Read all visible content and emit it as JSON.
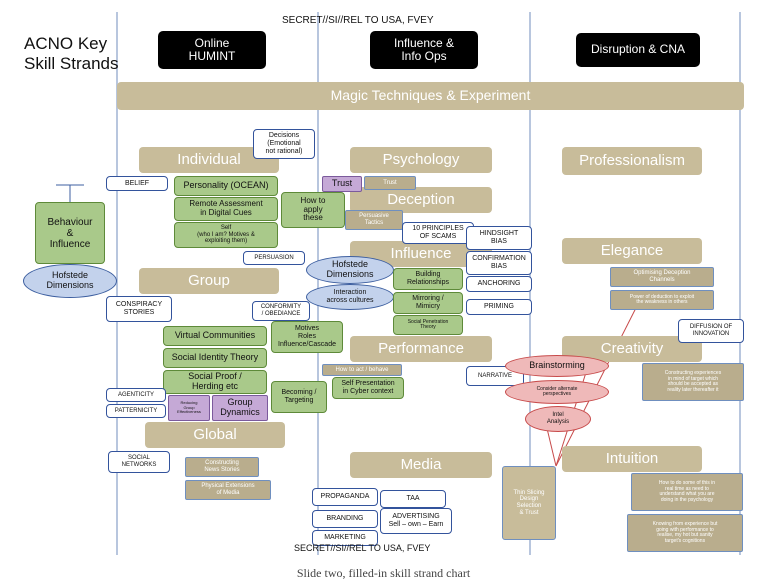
{
  "classification_top": "SECRET//SI//REL TO USA, FVEY",
  "classification_bottom": "SECRET//SI//REL TO USA, FVEY",
  "title_line1": "ACNO Key",
  "title_line2": "Skill Strands",
  "caption": "Slide two, filled-in skill strand chart",
  "columns": {
    "humint": [
      "Online",
      "HUMINT"
    ],
    "influence": [
      "Influence &",
      "Info Ops"
    ],
    "disruption": "Disruption & CNA"
  },
  "banner": "Magic Techniques & Experiment",
  "headers": {
    "individual": "Individual",
    "group": "Group",
    "global": "Global",
    "psychology": "Psychology",
    "deception": "Deception",
    "influence": "Influence",
    "performance": "Performance",
    "media": "Media",
    "professionalism": "Professionalism",
    "elegance": "Elegance",
    "creativity": "Creativity",
    "intuition": "Intuition"
  },
  "behaviour": [
    "Behaviour",
    "&",
    "Influence"
  ],
  "hofstede_left": [
    "Hofstede",
    "Dimensions"
  ],
  "hofstede_mid": [
    "Hofstede",
    "Dimensions"
  ],
  "interaction": [
    "Interaction",
    "across cultures"
  ],
  "belief": "BELIEF",
  "decisions": [
    "Decisions",
    "(Emotional",
    "not rational)"
  ],
  "personality": "Personality (OCEAN)",
  "remote": [
    "Remote Assessment",
    "in Digital Cues"
  ],
  "self": [
    "Self",
    "(who I am? Motives &",
    "exploiting them)"
  ],
  "how_to_apply": [
    "How to",
    "apply",
    "these"
  ],
  "trust": "Trust",
  "trust_small": "Trust",
  "persuasion_small": [
    "Persuasive",
    "Tactics"
  ],
  "ten_principles": [
    "10 PRINCIPLES",
    "OF SCAMS"
  ],
  "hindsight": [
    "HINDSIGHT",
    "BIAS"
  ],
  "confirmation": [
    "CONFIRMATION",
    "BIAS"
  ],
  "anchoring": "ANCHORING",
  "priming": "PRIMING",
  "persuasion": "PERSUASION",
  "building": [
    "Building",
    "Relationships"
  ],
  "mirroring": [
    "Mirroring /",
    "Mimicry"
  ],
  "social_penetration": [
    "Social Penetration",
    "Theory"
  ],
  "conspiracy": [
    "CONSPIRACY",
    "STORIES"
  ],
  "conformity": [
    "CONFORMITY",
    "/ OBEDIANCE"
  ],
  "virtual": "Virtual Communities",
  "motives": [
    "Motives",
    "Roles",
    "Influence/Cascade"
  ],
  "social_identity": "Social Identity Theory",
  "social_proof": [
    "Social Proof /",
    "Herding etc"
  ],
  "becoming": [
    "Becoming /",
    "Targeting"
  ],
  "agenticity": "AGENTICITY",
  "patternicity": "PATTERNICITY",
  "reducing": [
    "Reducing",
    "Group",
    "Effectiveness"
  ],
  "group_dynamics": [
    "Group",
    "Dynamics"
  ],
  "how_to_act": "How to act / behave",
  "self_presentation": [
    "Self Presentation",
    "in Cyber context"
  ],
  "narrative": "NARRATIVE",
  "brainstorming": "Brainstorming",
  "consider": [
    "Consider alternate",
    "perspectives"
  ],
  "intel": [
    "Intel",
    "Analysis"
  ],
  "social_networks": [
    "SOCIAL",
    "NETWORKS"
  ],
  "constructing_news": [
    "Constructing",
    "News Stories"
  ],
  "physical_mimicry": [
    "Physical Extensions",
    "of Media"
  ],
  "propaganda": "PROPAGANDA",
  "taa": "TAA",
  "branding": "BRANDING",
  "advertising": [
    "ADVERTISING",
    "Sell – own – Earn"
  ],
  "marketing": "MARKETING",
  "thin_slicing": [
    "Thin Slicing",
    "Design",
    "Selection",
    "& Trust"
  ],
  "optimising": [
    "Optimising Deception",
    "Channels"
  ],
  "power_of_deduction": [
    "Power of deduction to exploit",
    "the weakness in others"
  ],
  "diffusion": [
    "DIFFUSION OF",
    "INNOVATION"
  ],
  "constructing_exp": [
    "Constructing experiences",
    "in mind of target which",
    "should be accepted as",
    "reality later thereafter it"
  ],
  "intuition_note1": [
    "How to do some of this in",
    "real time as need to",
    "understand what you are",
    "doing in the psychology"
  ],
  "intuition_note2": [
    "Knowing from experience but",
    "going with performance to",
    "realise, my hot but sanity",
    "target's cognitions"
  ]
}
